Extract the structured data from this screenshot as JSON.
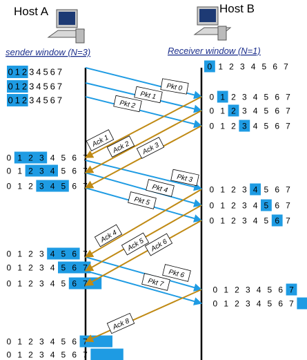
{
  "host_a": {
    "title": "Host A",
    "window_label": "sender window (N=3)"
  },
  "host_b": {
    "title": "Host B",
    "window_label": "Receiver window (N=1)"
  },
  "digits": [
    "0",
    "1",
    "2",
    "3",
    "4",
    "5",
    "6",
    "7"
  ],
  "sender_windows": [
    {
      "base": 0,
      "n": 3
    },
    {
      "base": 0,
      "n": 3
    },
    {
      "base": 0,
      "n": 3
    },
    {
      "base": 1,
      "n": 3
    },
    {
      "base": 2,
      "n": 3
    },
    {
      "base": 3,
      "n": 3
    },
    {
      "base": 4,
      "n": 3
    },
    {
      "base": 5,
      "n": 3
    },
    {
      "base": 6,
      "n": 3
    },
    {
      "base": 7,
      "n": 3
    },
    {
      "base": 8,
      "n": 3
    }
  ],
  "receiver_windows": [
    {
      "base": 0
    },
    {
      "base": 1
    },
    {
      "base": 2
    },
    {
      "base": 3
    },
    {
      "base": 4
    },
    {
      "base": 5
    },
    {
      "base": 6
    },
    {
      "base": 7
    },
    {
      "base": 8
    }
  ],
  "packets": [
    "Pkt 0",
    "Pkt 1",
    "Pkt 2",
    "Pkt 3",
    "Pkt 4",
    "Pkt 5",
    "Pkt 6",
    "Pkt 7"
  ],
  "acks": [
    "Ack 1",
    "Ack 2",
    "Ack 3",
    "Ack 4",
    "Ack 5",
    "Ack 6",
    "Ack 8"
  ],
  "colors": {
    "window_fill": "#1e9be3",
    "packet_arrow": "#1e9be3",
    "ack_arrow": "#c08a14",
    "timeline": "#000000",
    "header_text": "#1c2f8c"
  },
  "icons": [
    "computer-icon-host-a",
    "computer-icon-host-b"
  ]
}
